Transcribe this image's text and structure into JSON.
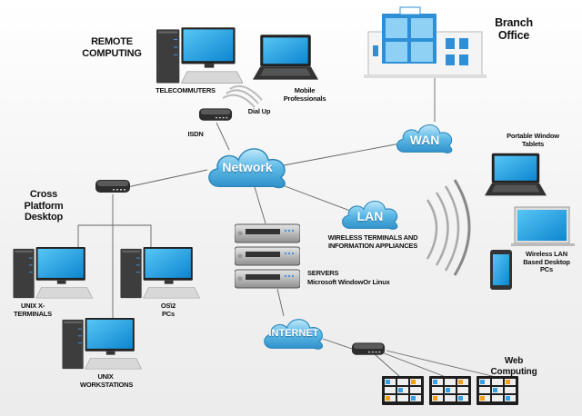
{
  "clouds": {
    "network": "Network",
    "wan": "WAN",
    "lan": "LAN",
    "internet": "INTERNET"
  },
  "labels": {
    "remote_computing": "REMOTE COMPUTING",
    "telecommuters": "TELECOMMUTERS",
    "mobile_professionals": "Mobile Professionals",
    "dial_up": "Dial Up",
    "isdn": "ISDN",
    "branch_office": "Branch Office",
    "portable_tablets": "Portable Window Tablets",
    "wireless_lan_pcs": "Wireless LAN Based Desktop PCs",
    "wireless_terminals": "WIRELESS TERMINALS AND INFORMATION APPLIANCES",
    "servers": "SERVERS",
    "servers_os": "Microsoft WindowOr Linux",
    "cross_platform": "Cross Platform Desktop",
    "unix_x_terminals": "UNIX X-TERMINALS",
    "os2_pcs": "OS\\2 PCs",
    "unix_workstations": "UNIX WORKSTATIONS",
    "web_computing": "Web Computing"
  },
  "colors": {
    "cloud": "#5bb8e6",
    "screen": "#1aa3e8",
    "case": "#3a3a3a",
    "building_glass": "#2f8fd6",
    "line": "#666666"
  }
}
